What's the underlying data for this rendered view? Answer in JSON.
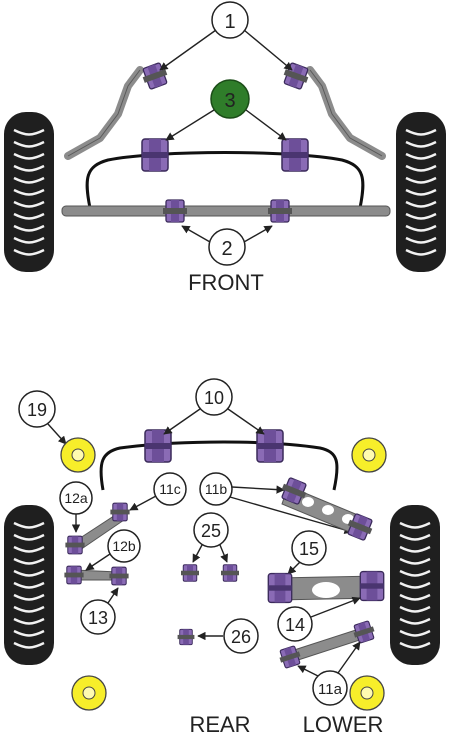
{
  "colors": {
    "bushing_purple": "#8a6bb5",
    "bushing_dark": "#3a2a5a",
    "arm_gray": "#8c8c8c",
    "tire_dark": "#1f1f1f",
    "tire_tread": "#f2f2f2",
    "callout_green": "#2f7d2a",
    "mount_yellow": "#f7ee2a"
  },
  "front": {
    "label": "FRONT",
    "callouts": {
      "c1": "1",
      "c2": "2",
      "c3": "3"
    }
  },
  "rear": {
    "label_rear": "REAR",
    "label_lower": "LOWER",
    "callouts": {
      "c10": "10",
      "c11a": "11a",
      "c11b": "11b",
      "c11c": "11c",
      "c12a": "12a",
      "c12b": "12b",
      "c13": "13",
      "c14": "14",
      "c15": "15",
      "c19": "19",
      "c25": "25",
      "c26": "26"
    }
  }
}
